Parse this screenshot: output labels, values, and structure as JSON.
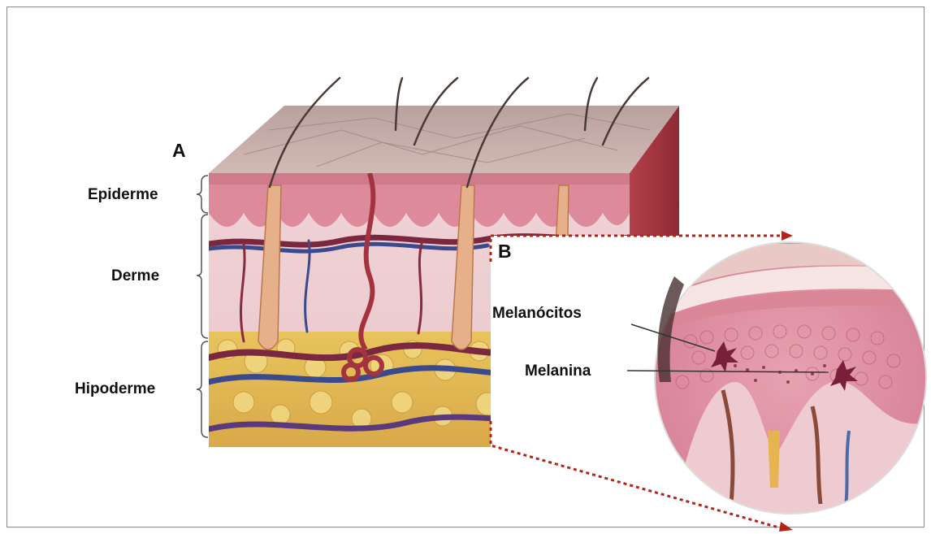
{
  "panels": {
    "a_label": "A",
    "b_label": "B"
  },
  "layers": {
    "epidermis": "Epiderme",
    "dermis": "Derme",
    "hypodermis": "Hipoderme"
  },
  "inset": {
    "melanocytes": "Melanócitos",
    "melanin": "Melanina"
  },
  "colors": {
    "connector": "#b42318",
    "bracket": "#555555"
  }
}
